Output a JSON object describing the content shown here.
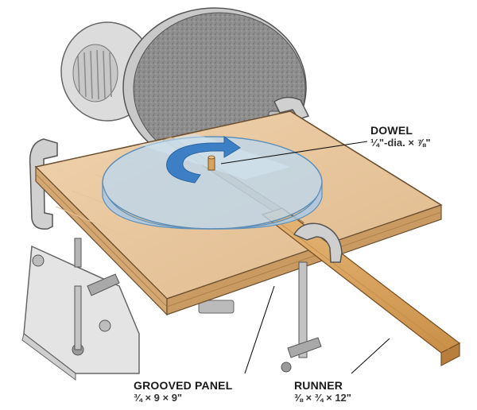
{
  "callouts": {
    "dowel": {
      "title": "DOWEL",
      "dims": "¼\"-dia. × ⅞\""
    },
    "grooved_panel": {
      "title": "GROOVED PANEL",
      "dims": "¾ × 9 × 9\""
    },
    "runner": {
      "title": "RUNNER",
      "dims": "⅜ × ¾ × 12\""
    }
  },
  "colors": {
    "plywood_top": "#e9c9a2",
    "plywood_edge": "#d8b07c",
    "disc_blue": "#b8d4ea",
    "arrow_blue": "#3d7fc4",
    "runner_wood": "#d9a460",
    "machine_gray": "#d5d5d5"
  }
}
